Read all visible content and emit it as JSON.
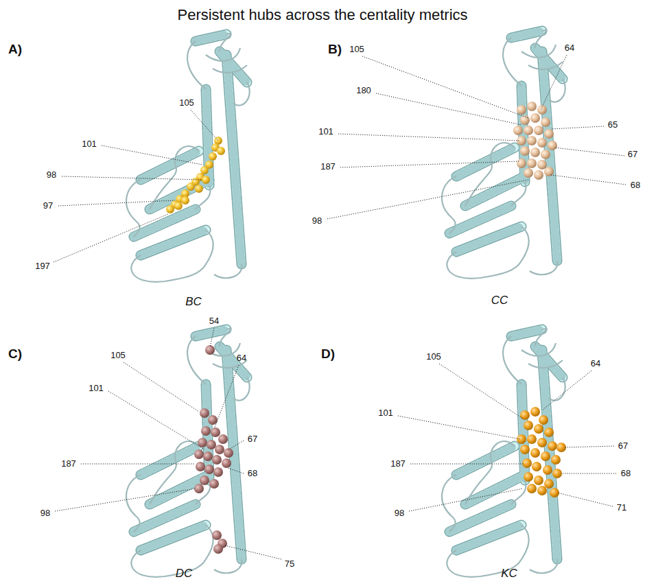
{
  "diagram": {
    "title": "Persistent hubs across the centality metrics",
    "labels": [
      "A)",
      "105",
      "101",
      "98",
      "97",
      "197",
      "BC",
      "B)",
      "105",
      "64",
      "180",
      "65",
      "101",
      "67",
      "187",
      "68",
      "98",
      "CC",
      "C)",
      "54",
      "105",
      "64",
      "101",
      "67",
      "187",
      "68",
      "98",
      "75",
      "DC",
      "D)",
      "105",
      "64",
      "101",
      "67",
      "187",
      "68",
      "98",
      "71",
      "KC"
    ]
  }
}
